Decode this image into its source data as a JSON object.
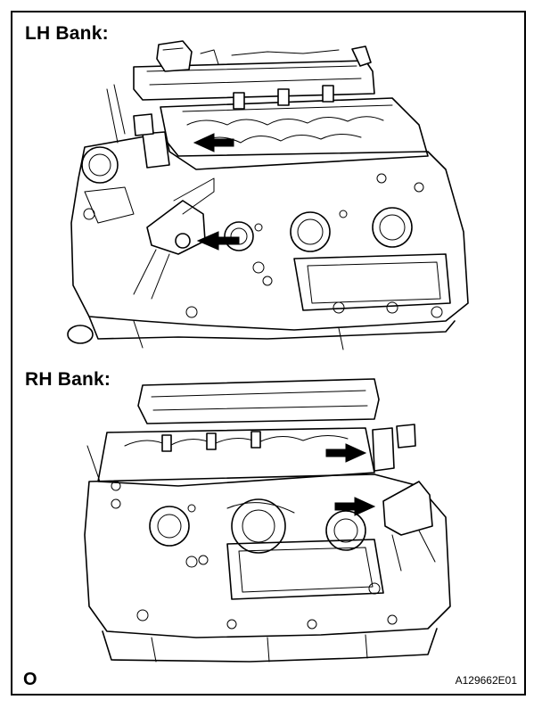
{
  "labels": {
    "lh_bank": "LH Bank:",
    "rh_bank": "RH Bank:",
    "corner_mark": "O",
    "figure_code": "A129662E01"
  },
  "colors": {
    "line": "#000000",
    "background": "#ffffff"
  },
  "icons": {
    "arrow": "solid-black-arrow-icon"
  }
}
